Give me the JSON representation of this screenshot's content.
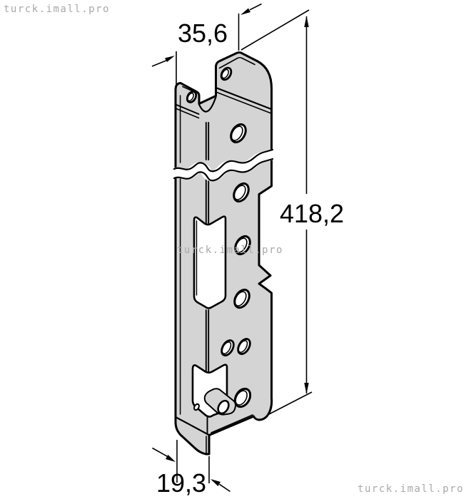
{
  "watermarks": {
    "top_left": "turck.imall.pro",
    "center": "turck.imall.pro",
    "bottom_right": "turck.imall.pro"
  },
  "dimensions": {
    "top_width_mm": "35,6",
    "overall_height_mm": "418,2",
    "bottom_depth_mm": "19,3"
  },
  "style": {
    "part_fill": "#d4d4d4",
    "line_color": "#000000",
    "watermark_color": "#a9a9a9",
    "background": "#ffffff"
  }
}
